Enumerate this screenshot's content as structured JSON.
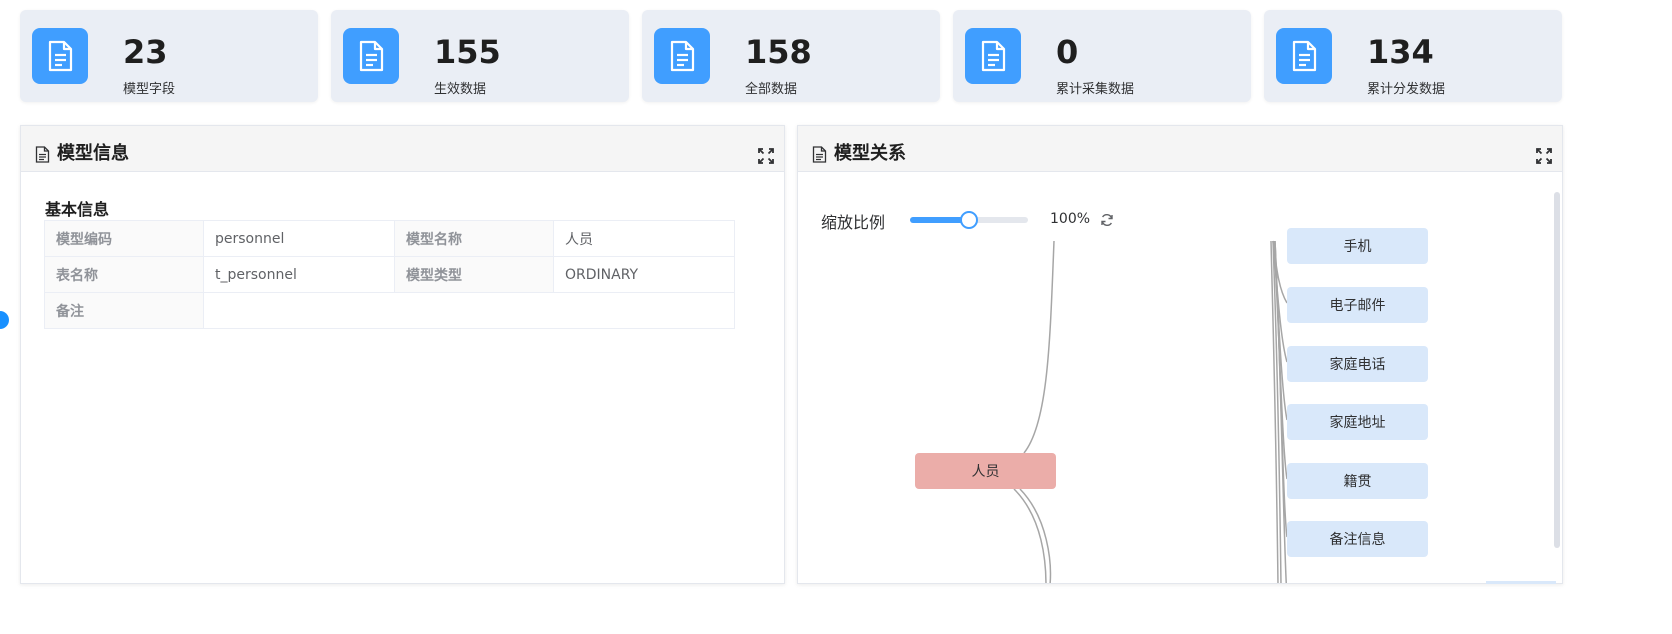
{
  "stats": [
    {
      "value": "23",
      "label": "模型字段"
    },
    {
      "value": "155",
      "label": "生效数据"
    },
    {
      "value": "158",
      "label": "全部数据"
    },
    {
      "value": "0",
      "label": "累计采集数据"
    },
    {
      "value": "134",
      "label": "累计分发数据"
    }
  ],
  "model_info": {
    "title": "模型信息",
    "section_title": "基本信息",
    "rows": [
      [
        {
          "label": "模型编码",
          "value": "personnel"
        },
        {
          "label": "模型名称",
          "value": "人员"
        }
      ],
      [
        {
          "label": "表名称",
          "value": "t_personnel"
        },
        {
          "label": "模型类型",
          "value": "ORDINARY"
        }
      ],
      [
        {
          "label": "备注",
          "value": ""
        }
      ]
    ]
  },
  "model_relation": {
    "title": "模型关系",
    "zoom_label": "缩放比例",
    "zoom_value": "100%",
    "zoom_level": 0.5,
    "root_node": "人员",
    "child_nodes": [
      "手机",
      "电子邮件",
      "家庭电话",
      "家庭地址",
      "籍贯",
      "备注信息"
    ]
  },
  "colors": {
    "accent": "#409eff",
    "root_node": "#ebada9",
    "child_node": "#d9e8fa",
    "card_bg": "#eaeef5"
  },
  "icons": {
    "stat": "document-icon",
    "panel_title": "document-icon",
    "expand": "fullscreen-icon",
    "refresh": "refresh-icon"
  }
}
